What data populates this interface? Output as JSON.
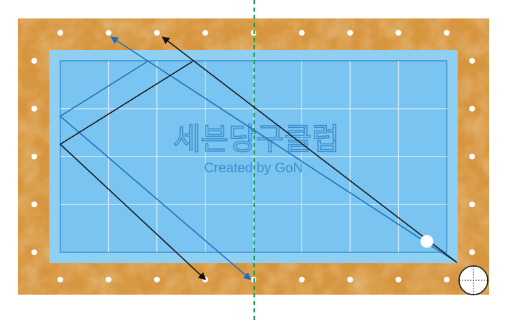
{
  "watermark": {
    "title": "세븐당구클럽",
    "credit": "Created by GoN"
  },
  "colors": {
    "background": "#ffffff",
    "rail": "#d7953f",
    "rail_dark": "#c07a2c",
    "cushion": "#8fcff2",
    "cloth": "#79c4f0",
    "cloth_grid": "#d8eefa",
    "cloth_border": "#3a92cf",
    "diamond": "#ffffff",
    "blue_path": "#1a6fb8",
    "black_path": "#111111",
    "center_line": "#1a9a4a",
    "ball": "#ffffff",
    "watermark": "#3c8fcf"
  },
  "table": {
    "grid_columns": 8,
    "grid_rows": 4,
    "diamonds_per_long_rail": 9,
    "diamonds_per_short_rail": 5
  },
  "icons": {
    "cue_ball_marker": "crosshair-ball-icon",
    "object_ball": "ball-icon"
  }
}
